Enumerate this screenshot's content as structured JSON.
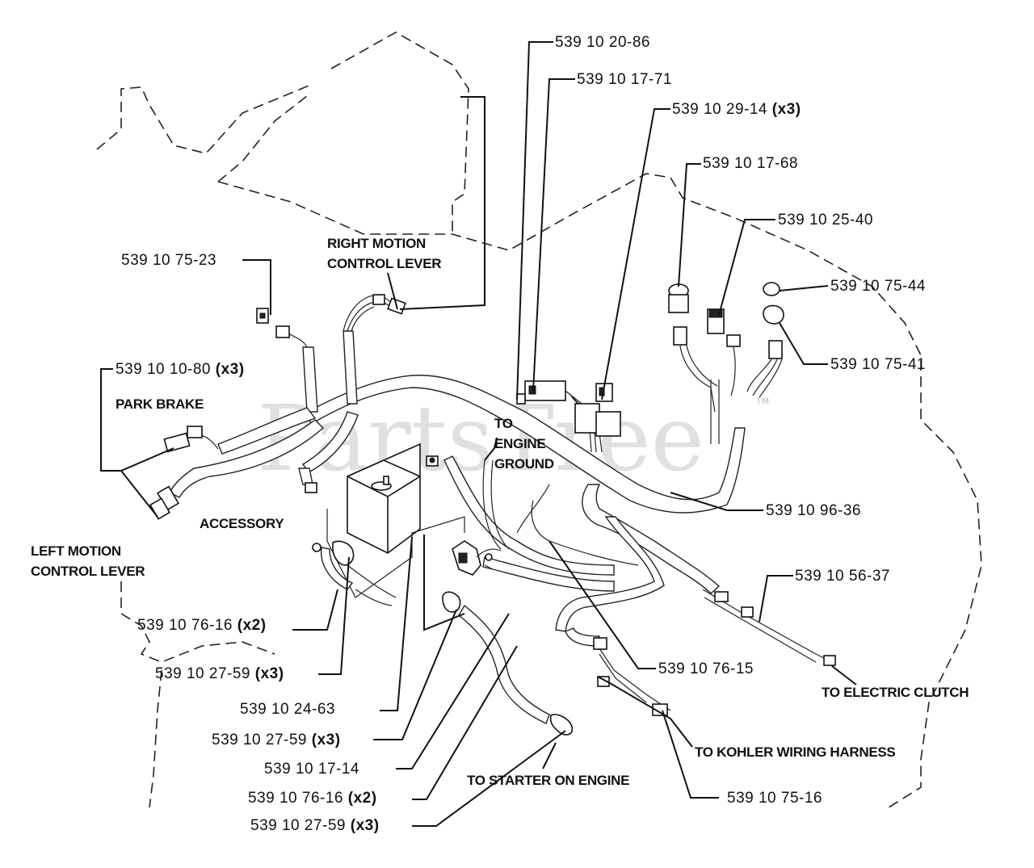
{
  "watermark": "PartsTree",
  "watermark_tm": "TM",
  "part_labels": [
    {
      "num": "539 10 20-86",
      "qty": ""
    },
    {
      "num": "539 10 17-71",
      "qty": ""
    },
    {
      "num": "539 10 29-14",
      "qty": "(x3)"
    },
    {
      "num": "539 10 17-68",
      "qty": ""
    },
    {
      "num": "539 10 25-40",
      "qty": ""
    },
    {
      "num": "539 10 75-44",
      "qty": ""
    },
    {
      "num": "539 10 75-41",
      "qty": ""
    },
    {
      "num": "539 10 75-23",
      "qty": ""
    },
    {
      "num": "539 10 10-80",
      "qty": "(x3)"
    },
    {
      "num": "539 10 96-36",
      "qty": ""
    },
    {
      "num": "539 10 56-37",
      "qty": ""
    },
    {
      "num": "539 10 76-15",
      "qty": ""
    },
    {
      "num": "539 10 76-16",
      "qty": "(x2)"
    },
    {
      "num": "539 10 27-59",
      "qty": "(x3)"
    },
    {
      "num": "539 10 24-63",
      "qty": ""
    },
    {
      "num": "539 10 27-59",
      "qty": "(x3)"
    },
    {
      "num": "539 10 17-14",
      "qty": ""
    },
    {
      "num": "539 10 76-16",
      "qty": "(x2)"
    },
    {
      "num": "539 10 27-59",
      "qty": "(x3)"
    },
    {
      "num": "539 10 75-16",
      "qty": ""
    }
  ],
  "captions": {
    "right_lever_1": "RIGHT MOTION",
    "right_lever_2": "CONTROL LEVER",
    "park_brake": "PARK BRAKE",
    "to_engine_1": "TO",
    "to_engine_2": "ENGINE",
    "to_engine_3": "GROUND",
    "accessory": "ACCESSORY",
    "left_lever_1": "LEFT MOTION",
    "left_lever_2": "CONTROL LEVER",
    "electric_clutch": "TO ELECTRIC CLUTCH",
    "kohler": "TO KOHLER WIRING HARNESS",
    "starter": "TO STARTER ON ENGINE"
  }
}
